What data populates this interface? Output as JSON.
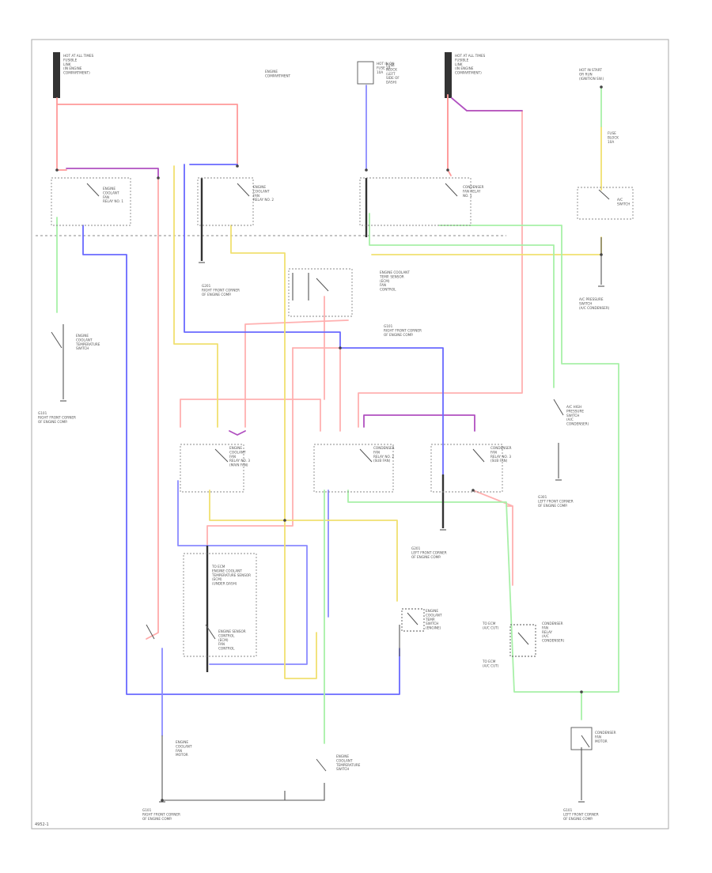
{
  "diagram": {
    "fuse_left": [
      "HOT AT ALL TIMES",
      "FUSIBLE",
      "LINK",
      "(IN ENGINE",
      "COMPARTMENT)"
    ],
    "fuse_center": [
      "HOT AT ALL TIMES",
      "FUSIBLE",
      "LINK",
      "(IN ENGINE",
      "COMPARTMENT)"
    ],
    "fuse_box": [
      "HOT IN ON",
      "FUSE 19",
      "10A"
    ],
    "fuse_box_note": [
      "FUSE",
      "BLOCK",
      "(LEFT",
      "SIDE OF",
      "DASH)"
    ],
    "engine_comp": [
      "ENGINE",
      "COMPARTMENT"
    ],
    "ignition_top": [
      "HOT IN START",
      "OR RUN",
      "(IGNITION SW.)"
    ],
    "ignition_fuse": [
      "FUSE",
      "BLOCK",
      "10A"
    ],
    "a_c_switch": [
      "A/C",
      "SWITCH"
    ],
    "bottom_right_switch_note": [
      "A/C PRESSURE",
      "SWITCH",
      "(A/C CONDENSER)"
    ],
    "relay_tl": [
      "ENGINE",
      "COOLANT",
      "FAN",
      "RELAY NO. 1"
    ],
    "relay_tc": [
      "ENGINE",
      "COOLANT",
      "FAN",
      "RELAY NO. 2"
    ],
    "relay_tr": [
      "CONDENSER",
      "FAN RELAY",
      "NO. 1"
    ],
    "coolant_temp_sw": [
      "ENGINE",
      "COOLANT",
      "TEMPERATURE",
      "SWITCH"
    ],
    "ground_left": [
      "G101",
      "RIGHT FRONT CORNER",
      "OF ENGINE COMP."
    ],
    "cooling_unit": [
      "ENGINE COOLANT",
      "TEMPERATURE",
      "SENSOR",
      "(ECM)"
    ],
    "ground_mid": [
      "G101",
      "RIGHT FRONT CORNER",
      "OF ENGINE COMP."
    ],
    "mid_ground": [
      "G201",
      "RIGHT FRONT CORNER",
      "OF ENGINE COMP."
    ],
    "engine_sensor_mid": [
      "ENGINE COOLANT",
      "TEMP. SENSOR",
      "(ECM)",
      "FAN",
      "CONTROL"
    ],
    "relay_ml": [
      "ENGINE",
      "COOLANT",
      "FAN",
      "RELAY NO. 3",
      "(MAIN FAN)"
    ],
    "relay_mc": [
      "CONDENSER",
      "FAN",
      "RELAY NO. 2",
      "(SUB FAN)"
    ],
    "relay_mr": [
      "CONDENSER",
      "FAN",
      "RELAY NO. 3",
      "(SUB FAN)"
    ],
    "pressure_switch": [
      "A/C HIGH",
      "PRESSURE",
      "SWITCH",
      "(A/C",
      "CONDENSER)"
    ],
    "ground_right_mid": [
      "G301",
      "LEFT FRONT CORNER",
      "OF ENGINE COMP."
    ],
    "ground_c": [
      "G201",
      "LEFT FRONT CORNER",
      "OF ENGINE COMP."
    ],
    "ecm_block": [
      "TO ECM",
      "ENGINE COOLANT",
      "TEMPERATURE SENSOR",
      "(ECM)",
      "(UNDER DASH)"
    ],
    "engine_sensor_low": [
      "ENGINE SENSOR",
      "CONTROL",
      "(ECM)",
      "FAN",
      "CONTROL"
    ],
    "engine_temp_sw": [
      "ENGINE",
      "COOLANT",
      "TEMP.",
      "SWITCH",
      "(ENGINE)"
    ],
    "condenser_relay_low": [
      "CONDENSER",
      "FAN",
      "RELAY",
      "(A/C",
      "CONDENSER)"
    ],
    "to_ecm_l": [
      "TO ECM",
      "(A/C CUT)"
    ],
    "to_ecm_r": [
      "TO ECM",
      "(A/C CUT)"
    ],
    "fan_motor_l": [
      "ENGINE",
      "COOLANT",
      "FAN",
      "MOTOR"
    ],
    "fan_motor_m": [
      "ENGINE",
      "COOLANT",
      "TEMPERATURE",
      "SWITCH"
    ],
    "fan_motor_r": [
      "CONDENSER",
      "FAN",
      "MOTOR"
    ],
    "ground_bl": [
      "G101",
      "RIGHT FRONT CORNER",
      "OF ENGINE COMP."
    ],
    "ground_br": [
      "G101",
      "LEFT FRONT CORNER",
      "OF ENGINE COMP."
    ],
    "footer_code": "4952-1"
  },
  "colors": {
    "red": "#ff8a8a",
    "pink": "#ffb0b0",
    "blue": "#6060ff",
    "lightblue": "#9a9aff",
    "yellow": "#f0e060",
    "green": "#a8f0a8",
    "violet": "#b050c0",
    "black": "#444444"
  }
}
